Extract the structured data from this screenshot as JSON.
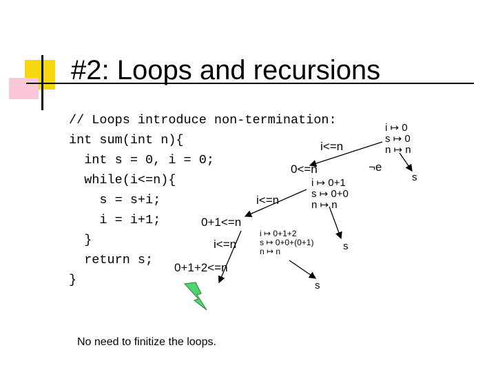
{
  "slide": {
    "title": "#2: Loops and recursions",
    "caption": "No need to finitize the loops."
  },
  "code_lines": [
    "// Loops introduce non-termination:",
    "int sum(int n){",
    "  int s = 0, i = 0;",
    "  while(i<=n){",
    "    s = s+i;",
    "    i = i+1;",
    "  }",
    "  return s;",
    "}"
  ],
  "graph": {
    "labels": {
      "cond_top": "i<=n",
      "cond_0": "0<=n",
      "cond_mid": "i<=n",
      "cond_01": "0+1<=n",
      "cond_low": "i<=n",
      "cond_012": "0+1+2<=n",
      "neg_e": "¬e",
      "s_top": "s",
      "s_mid": "s",
      "s_bottom": "s"
    },
    "states": {
      "state0": [
        "i ↦ 0",
        "s ↦ 0",
        "n ↦ n"
      ],
      "state1": [
        "i ↦ 0+1",
        "s ↦ 0+0",
        "n ↦ n"
      ],
      "state2": [
        "i ↦ 0+1+2",
        "s ↦ 0+0+(0+1)",
        "n ↦ n"
      ]
    },
    "colors": {
      "arrow": "#000000",
      "lightning_fill": "#4fd46e",
      "lightning_stroke": "#3a8f4c"
    }
  }
}
